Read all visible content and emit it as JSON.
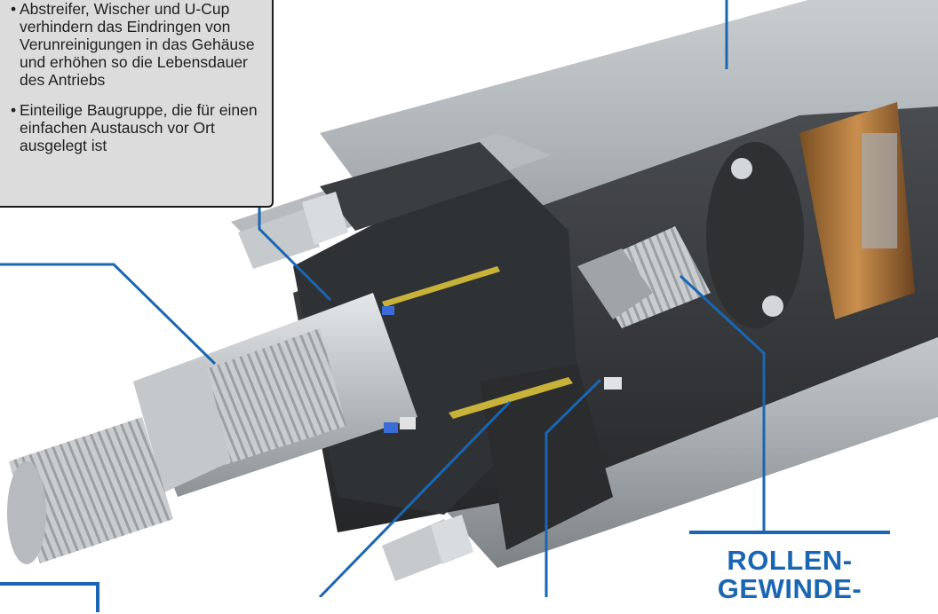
{
  "callout": {
    "bullets": [
      "Abstreifer, Wischer und U-Cup verhindern das Eindringen von Verunreinigungen in das Gehäuse und erhöhen so die Lebensdauer des Antriebs",
      "Einteilige Baugruppe, die für einen einfachen Austausch vor Ort ausgelegt ist"
    ],
    "bullet_char": "•"
  },
  "label_rollen": {
    "line1": "ROLLEN-",
    "line2": "GEWINDE-"
  },
  "colors": {
    "leader": "#1a66b3",
    "label": "#1a66b3",
    "callout_bg": "#dcdcdc"
  }
}
